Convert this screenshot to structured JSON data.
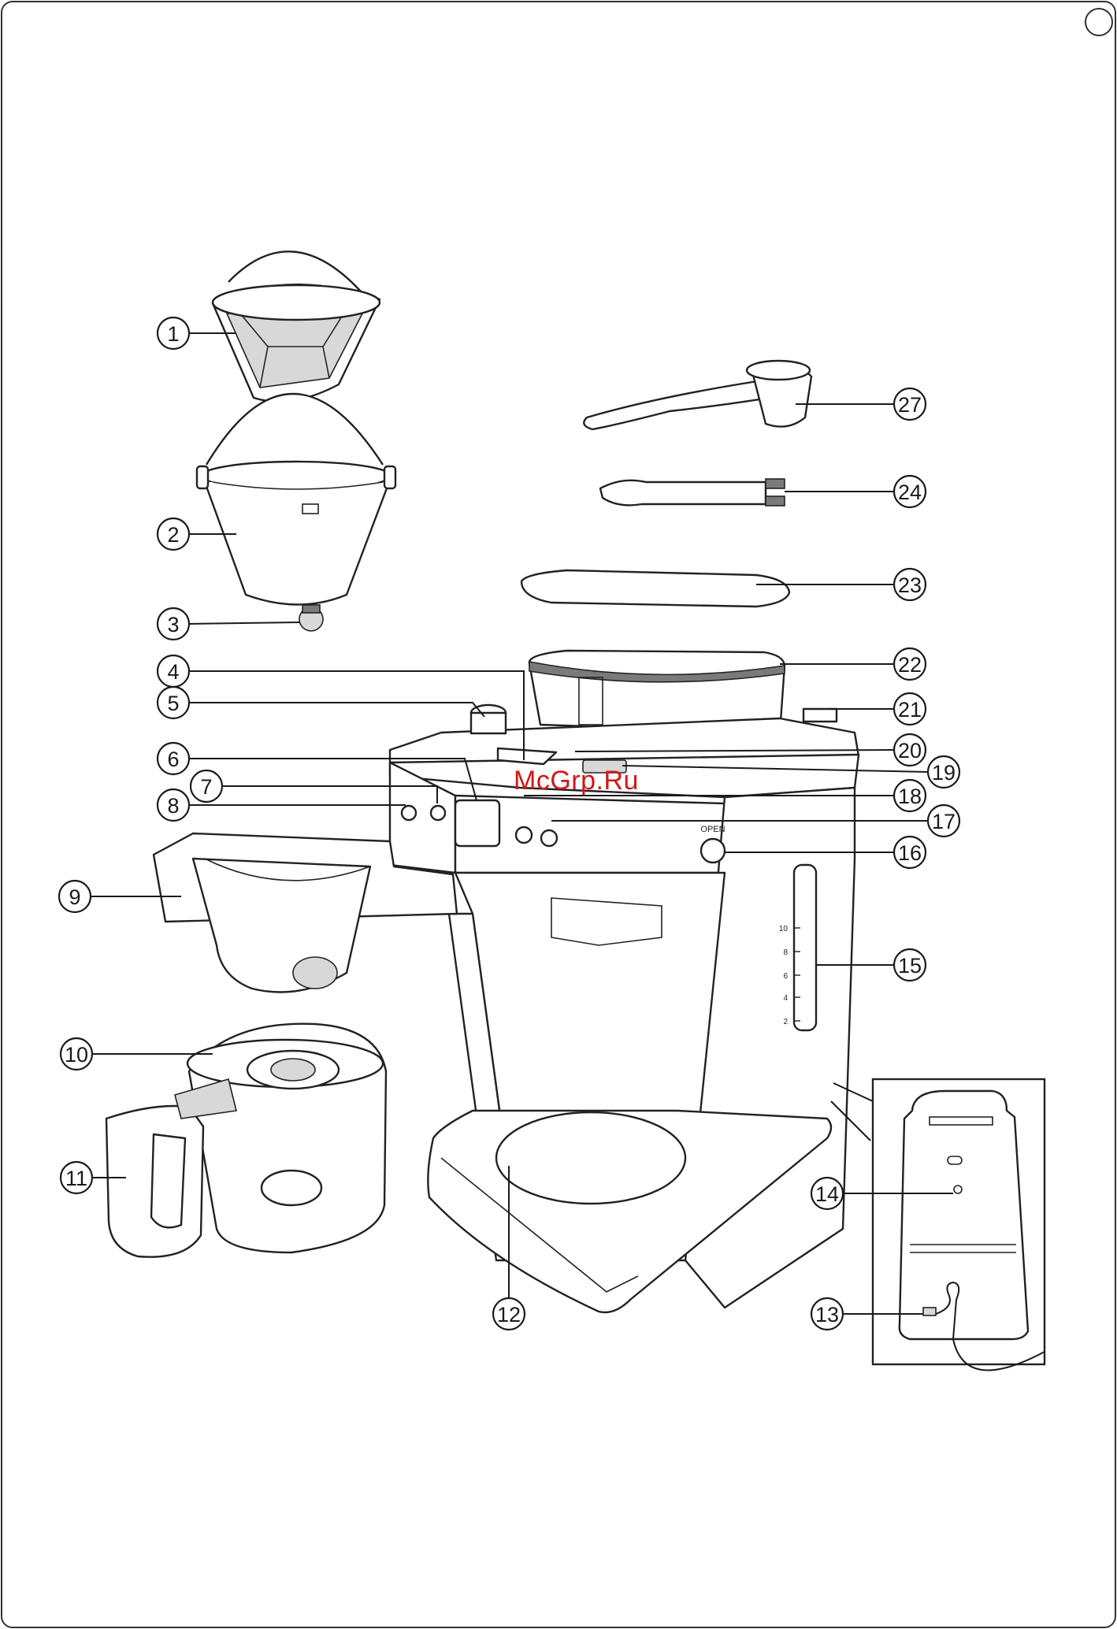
{
  "watermark": "McGrp.Ru",
  "scale_marks": [
    "10",
    "8",
    "6",
    "4",
    "2"
  ],
  "open_label": "OPEN",
  "callouts": [
    {
      "label": "1"
    },
    {
      "label": "2"
    },
    {
      "label": "3"
    },
    {
      "label": "4"
    },
    {
      "label": "5"
    },
    {
      "label": "6"
    },
    {
      "label": "7"
    },
    {
      "label": "8"
    },
    {
      "label": "9"
    },
    {
      "label": "10"
    },
    {
      "label": "11"
    },
    {
      "label": "12"
    },
    {
      "label": "13"
    },
    {
      "label": "14"
    },
    {
      "label": "15"
    },
    {
      "label": "16"
    },
    {
      "label": "17"
    },
    {
      "label": "18"
    },
    {
      "label": "19"
    },
    {
      "label": "20"
    },
    {
      "label": "21"
    },
    {
      "label": "22"
    },
    {
      "label": "23"
    },
    {
      "label": "24"
    },
    {
      "label": "27"
    }
  ]
}
